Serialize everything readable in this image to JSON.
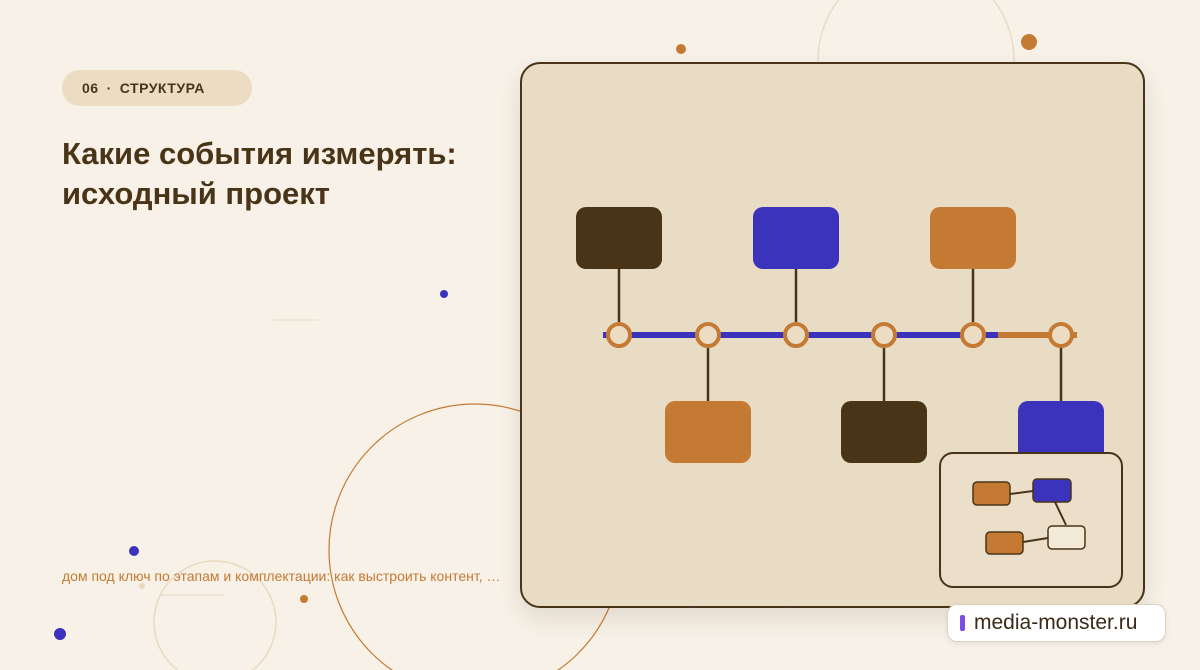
{
  "section": {
    "number": "06",
    "separator": "·",
    "label": "СТРУКТУРА"
  },
  "title": {
    "line1": "Какие события измерять:",
    "line2": "исходный проект"
  },
  "subtitle": "дом под ключ по этапам и комплектации: как выстроить контент, …",
  "brand": {
    "label": "media-monster.ru"
  },
  "colors": {
    "background": "#f7f1e7",
    "card": "#e9dcc5",
    "dark_brown": "#4a3418",
    "blue": "#3c33bd",
    "orange": "#c47a33",
    "accent_purple": "#7b4ee8"
  }
}
